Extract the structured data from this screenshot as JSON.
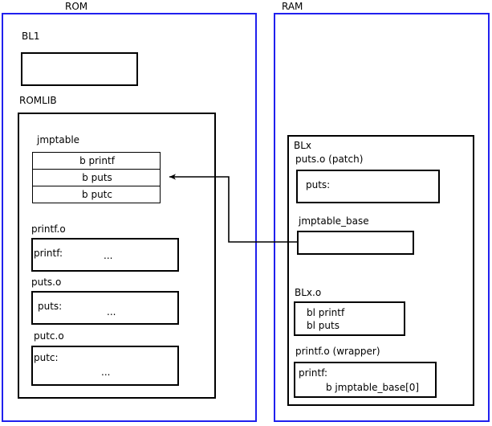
{
  "diagram": {
    "title_regions": [
      {
        "key": "rom",
        "label": "ROM"
      },
      {
        "key": "ram",
        "label": "RAM"
      }
    ]
  },
  "rom": {
    "label": "ROM",
    "bl1": {
      "label": "BL1",
      "body": ""
    },
    "romlib": {
      "label": "ROMLIB",
      "jmptable": {
        "label": "jmptable",
        "rows": [
          {
            "text": "b printf"
          },
          {
            "text": "b puts"
          },
          {
            "text": "b putc"
          }
        ]
      },
      "objects": [
        {
          "label": "printf.o",
          "symbol": "printf:",
          "ellipsis": "..."
        },
        {
          "label": "puts.o",
          "symbol": "puts:",
          "ellipsis": "..."
        },
        {
          "label": "putc.o",
          "symbol": "putc:",
          "ellipsis": "..."
        }
      ]
    }
  },
  "ram": {
    "label": "RAM",
    "blx": {
      "label": "BLx",
      "puts_patch": {
        "label": "puts.o (patch)",
        "symbol": "puts:"
      },
      "jmptable_base": {
        "label": "jmptable_base",
        "body": ""
      },
      "blx_o": {
        "label": "BLx.o",
        "line1": "bl printf",
        "line2": "bl puts"
      },
      "printf_wrapper": {
        "label": "printf.o (wrapper)",
        "symbol": "printf:",
        "branch": "b jmptable_base[0]"
      }
    }
  },
  "connector": {
    "name": "jmptable-base-to-b-puts-arrow",
    "from": "jmptable_base",
    "to": "b puts",
    "stroke": "#000000"
  },
  "colors": {
    "region_border": "#2020ee",
    "block_border": "#000000",
    "background": "#ffffff",
    "text": "#000000"
  }
}
